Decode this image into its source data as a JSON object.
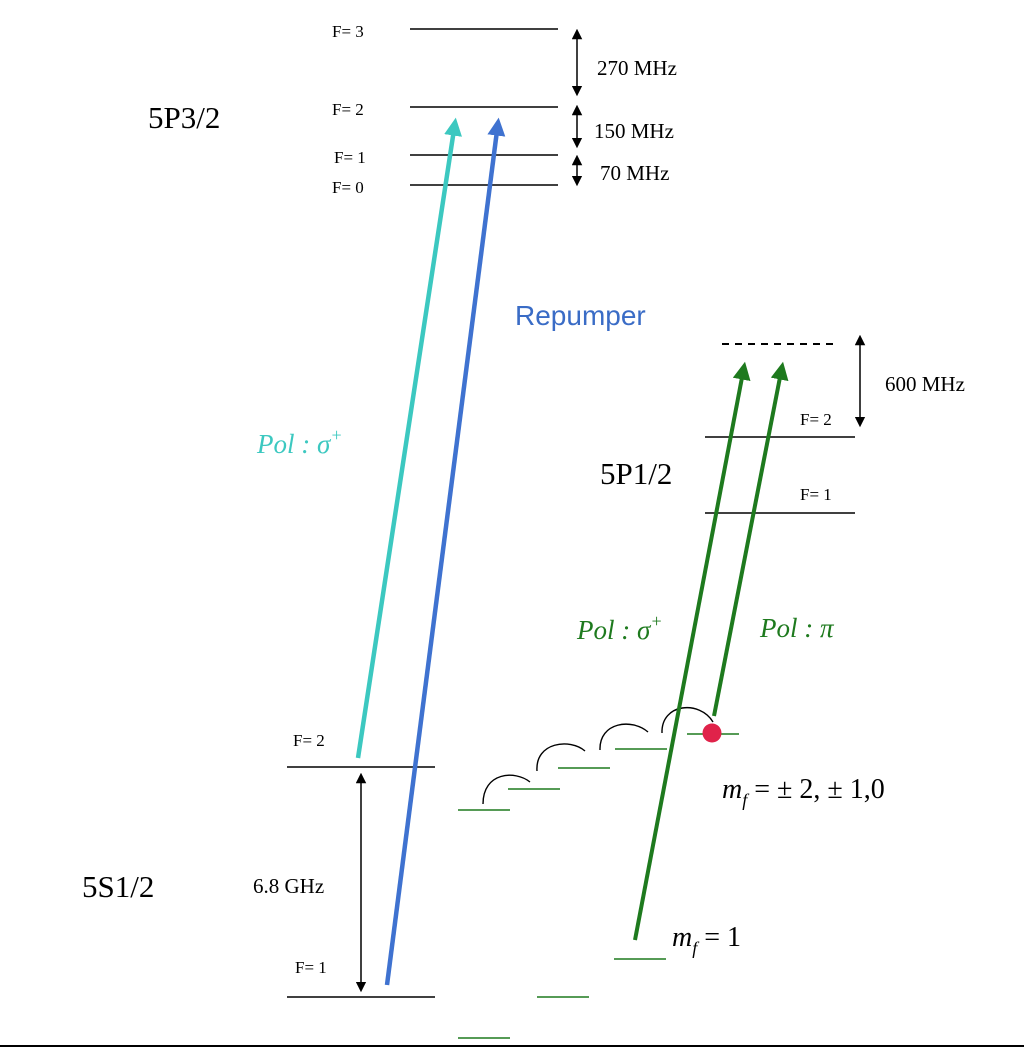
{
  "states": {
    "p32": "5P3/2",
    "p12": "5P1/2",
    "s12": "5S1/2"
  },
  "p32_levels": [
    "F= 3",
    "F= 2",
    "F= 1",
    "F= 0"
  ],
  "p32_splittings": [
    "270 MHz",
    "150 MHz",
    "70 MHz"
  ],
  "p12_levels": [
    "F= 2",
    "F= 1"
  ],
  "p12_detuning": "600 MHz",
  "s12_levels": [
    "F= 2",
    "F= 1"
  ],
  "ground_splitting": "6.8 GHz",
  "repumper_label": "Repumper",
  "pol_sigma_plus_cyan": "Pol : σ+",
  "pol_sigma_plus_green": "Pol : σ+",
  "pol_pi_green": "Pol : π",
  "mf_upper": "mf = ± 2, ± 1,0",
  "mf_lower": "mf = 1",
  "colors": {
    "cyan": "#3cc8c0",
    "blue": "#3f72d0",
    "green": "#1e7a1e",
    "repumper_text": "#3a6cc6",
    "dot": "#e0234a"
  }
}
